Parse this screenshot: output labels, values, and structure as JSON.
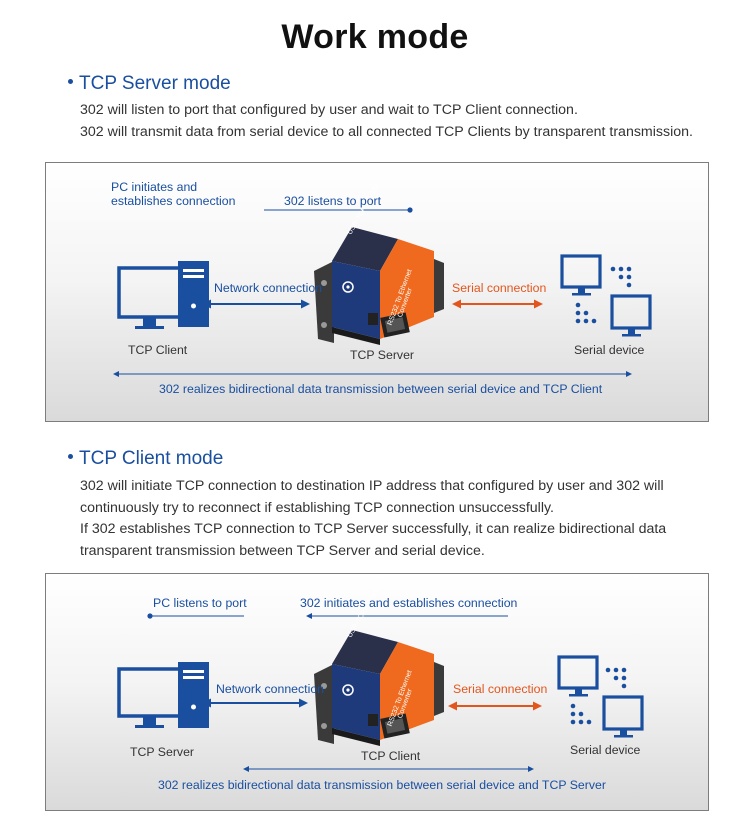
{
  "title": "Work mode",
  "server_mode": {
    "heading": "TCP Server mode",
    "lines": [
      "302 will listen to port that configured by user and wait to TCP Client connection.",
      "302 will transmit data from serial device to all connected TCP Clients by transparent transmission."
    ],
    "diagram": {
      "pc_note_1": "PC initiates and",
      "pc_note_2": "establishes connection",
      "device_note": "302 listens to port",
      "network_label": "Network connection",
      "serial_label": "Serial connection",
      "pc_role": "TCP Client",
      "device_role": "TCP Server",
      "serial_role": "Serial device",
      "bottom_caption": "302 realizes bidirectional data transmission between serial device and TCP Client"
    }
  },
  "client_mode": {
    "heading": "TCP Client mode",
    "lines": [
      "302 will initiate TCP connection to destination IP address that configured by user and 302 will",
      "continuously try to reconnect if establishing TCP connection unsuccessfully.",
      "If 302 establishes TCP connection to TCP Server successfully, it can realize bidirectional data",
      "transparent transmission between TCP Server and serial device."
    ],
    "diagram": {
      "pc_note": "PC listens to port",
      "device_note": "302 initiates and establishes connection",
      "network_label": "Network connection",
      "serial_label": "Serial connection",
      "pc_role": "TCP Server",
      "device_role": "TCP Client",
      "serial_role": "Serial device",
      "bottom_caption": "302 realizes bidirectional data transmission between serial device and TCP Server"
    }
  },
  "device": {
    "model_text": "USR-TCP232-302",
    "front_text_1": "RS232 To Ethernet",
    "front_text_2": "Converter"
  },
  "colors": {
    "accent_blue": "#1a4fa0",
    "serial_orange": "#e2561e",
    "device_orange": "#ef6a1e",
    "device_navy": "#1f3a7a"
  }
}
